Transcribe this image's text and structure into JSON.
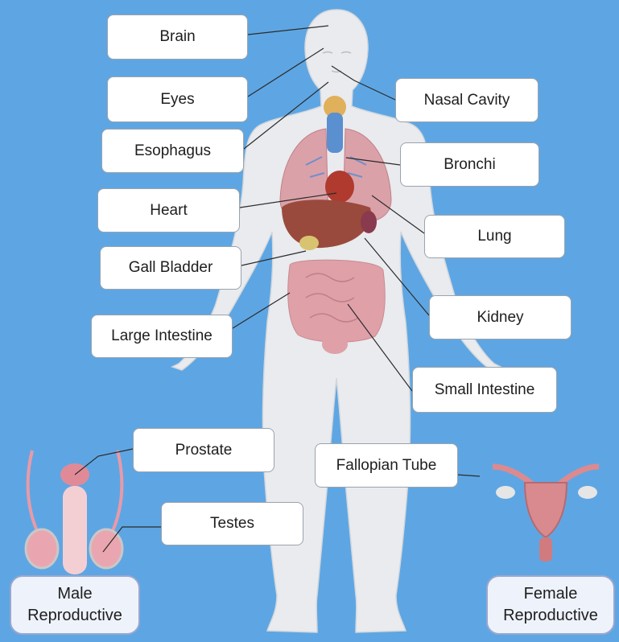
{
  "labels": {
    "brain": "Brain",
    "eyes": "Eyes",
    "nasal_cavity": "Nasal Cavity",
    "esophagus": "Esophagus",
    "bronchi": "Bronchi",
    "heart": "Heart",
    "lung": "Lung",
    "gall_bladder": "Gall Bladder",
    "kidney": "Kidney",
    "large_intestine": "Large Intestine",
    "small_intestine": "Small Intestine",
    "prostate": "Prostate",
    "fallopian_tube": "Fallopian Tube",
    "testes": "Testes"
  },
  "categories": {
    "male_line1": "Male",
    "male_line2": "Reproductive",
    "female_line1": "Female",
    "female_line2": "Reproductive"
  },
  "colors": {
    "background": "#5ea6e3",
    "body": "#e9ebee",
    "organ_pink": "#e0a0a8",
    "liver": "#9a4a3c",
    "trachea": "#5a8fd0"
  }
}
